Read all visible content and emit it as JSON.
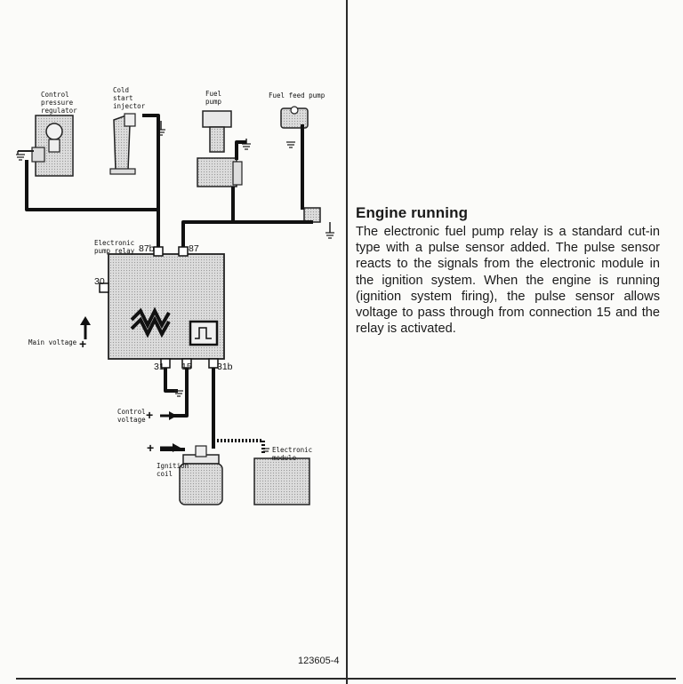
{
  "diagram": {
    "labels": {
      "control_pressure_regulator": [
        "Control",
        "pressure",
        "regulator"
      ],
      "cold_start_injector": [
        "Cold",
        "start",
        "injector"
      ],
      "fuel_pump": [
        "Fuel",
        "pump"
      ],
      "fuel_feed_pump": "Fuel feed pump",
      "electronic_pump_relay": [
        "Electronic",
        "pump relay"
      ],
      "terminal_87b": "87b",
      "terminal_87": "87",
      "terminal_30": "30",
      "terminal_31": "31",
      "terminal_15": "15",
      "terminal_31b": "31b",
      "main_voltage": "Main voltage",
      "control_voltage": [
        "Control",
        "voltage"
      ],
      "plus_sign": "+",
      "ignition_coil": [
        "Ignition",
        "coil"
      ],
      "electronic_module": [
        "Electronic",
        "module"
      ]
    },
    "figure_number": "123605-4"
  },
  "text": {
    "heading": "Engine running",
    "body": "The electronic fuel pump relay is a standard cut-in type with a pulse sensor added. The pulse sensor reacts to the signals from the electronic module in the ignition system. When the engine is running (ignition system firing), the pulse sensor allows voltage to pass through from connection 15 and the relay is activated."
  }
}
